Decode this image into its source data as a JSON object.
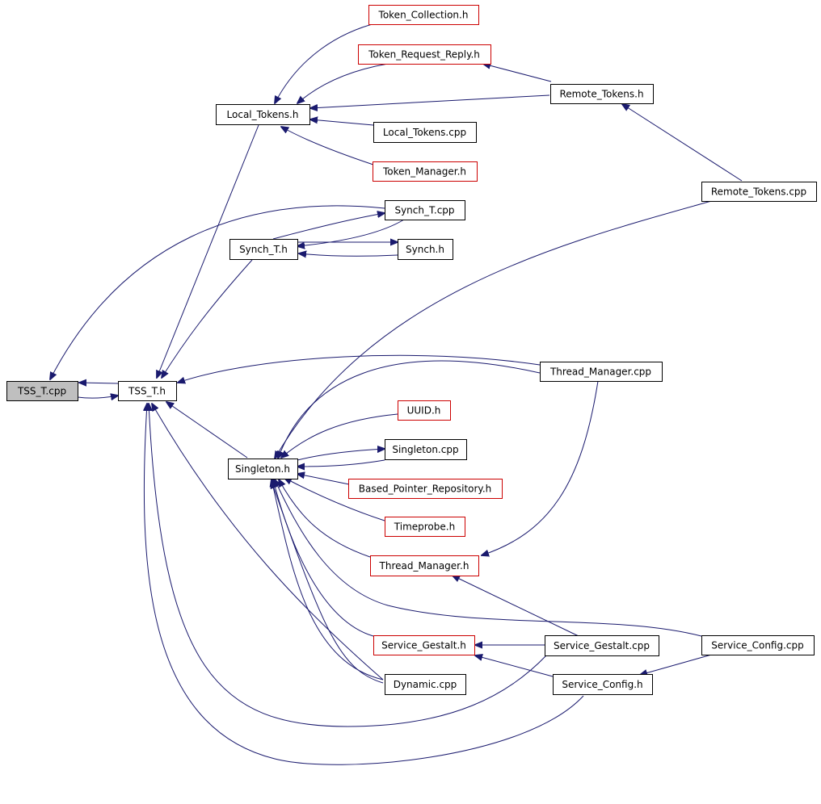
{
  "colors": {
    "edge": "#1a1a6e",
    "border_normal": "#000000",
    "border_incomplete": "#cc0000",
    "fill_root": "#bfbfbf",
    "fill_normal": "#ffffff"
  },
  "nodes": [
    {
      "id": "TSS_T_cpp",
      "label": "TSS_T.cpp",
      "style": "root"
    },
    {
      "id": "TSS_T_h",
      "label": "TSS_T.h",
      "style": "normal"
    },
    {
      "id": "Local_Tokens_h",
      "label": "Local_Tokens.h",
      "style": "normal"
    },
    {
      "id": "Token_Collection_h",
      "label": "Token_Collection.h",
      "style": "incomplete"
    },
    {
      "id": "Token_Request_Reply_h",
      "label": "Token_Request_Reply.h",
      "style": "incomplete"
    },
    {
      "id": "Remote_Tokens_h",
      "label": "Remote_Tokens.h",
      "style": "normal"
    },
    {
      "id": "Local_Tokens_cpp",
      "label": "Local_Tokens.cpp",
      "style": "normal"
    },
    {
      "id": "Token_Manager_h",
      "label": "Token_Manager.h",
      "style": "incomplete"
    },
    {
      "id": "Remote_Tokens_cpp",
      "label": "Remote_Tokens.cpp",
      "style": "normal"
    },
    {
      "id": "Synch_T_cpp",
      "label": "Synch_T.cpp",
      "style": "normal"
    },
    {
      "id": "Synch_T_h",
      "label": "Synch_T.h",
      "style": "normal"
    },
    {
      "id": "Synch_h",
      "label": "Synch.h",
      "style": "normal"
    },
    {
      "id": "Thread_Manager_cpp",
      "label": "Thread_Manager.cpp",
      "style": "normal"
    },
    {
      "id": "UUID_h",
      "label": "UUID.h",
      "style": "incomplete"
    },
    {
      "id": "Singleton_h",
      "label": "Singleton.h",
      "style": "normal"
    },
    {
      "id": "Singleton_cpp",
      "label": "Singleton.cpp",
      "style": "normal"
    },
    {
      "id": "Based_Pointer_Repository_h",
      "label": "Based_Pointer_Repository.h",
      "style": "incomplete"
    },
    {
      "id": "Timeprobe_h",
      "label": "Timeprobe.h",
      "style": "incomplete"
    },
    {
      "id": "Thread_Manager_h",
      "label": "Thread_Manager.h",
      "style": "incomplete"
    },
    {
      "id": "Service_Gestalt_h",
      "label": "Service_Gestalt.h",
      "style": "incomplete"
    },
    {
      "id": "Service_Gestalt_cpp",
      "label": "Service_Gestalt.cpp",
      "style": "normal"
    },
    {
      "id": "Service_Config_cpp",
      "label": "Service_Config.cpp",
      "style": "normal"
    },
    {
      "id": "Dynamic_cpp",
      "label": "Dynamic.cpp",
      "style": "normal"
    },
    {
      "id": "Service_Config_h",
      "label": "Service_Config.h",
      "style": "normal"
    }
  ]
}
